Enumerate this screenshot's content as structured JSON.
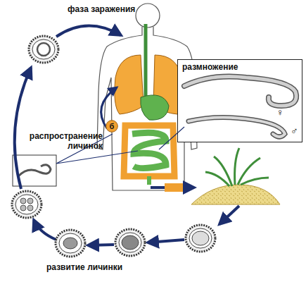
{
  "diagram": {
    "nodes": [
      {
        "text": [
          "размножение",
          "♀",
          "♂"
        ]
      },
      {
        "text": [
          "б"
        ]
      }
    ],
    "labels": [
      "фаза заражения",
      "распространение личинок",
      "развитие личинки"
    ]
  }
}
